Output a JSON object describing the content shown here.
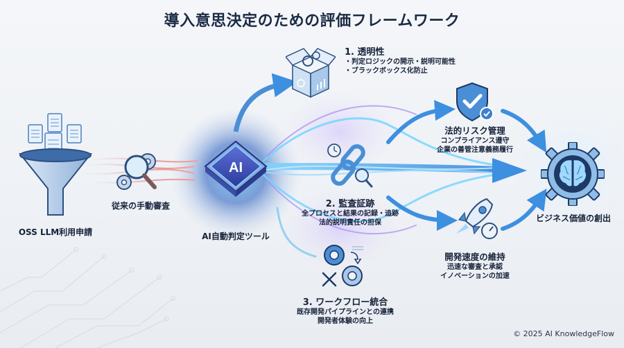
{
  "title": "導入意思決定のための評価フレームワーク",
  "nodes": {
    "input": {
      "label": "OSS LLM利用申請",
      "icon": "funnel-documents-icon"
    },
    "manual": {
      "label": "従来の手動審査",
      "icon": "magnifier-gears-icon"
    },
    "ai": {
      "label": "AI自動判定ツール",
      "chip_text": "AI",
      "icon": "ai-chip-icon"
    },
    "output": {
      "label": "ビジネス価値の創出",
      "icon": "brain-gear-icon"
    }
  },
  "criteria": [
    {
      "number": "1.",
      "title": "透明性",
      "points": [
        "・判定ロジックの開示・説明可能性",
        "・ブラックボックス化防止"
      ],
      "icon": "open-box-gears-icon"
    },
    {
      "number": "2.",
      "title": "監査証跡",
      "points": [
        "全プロセスと結果の記録・追跡",
        "法的説明責任の担保"
      ],
      "icon": "chain-link-clock-icon"
    },
    {
      "number": "3.",
      "title": "ワークフロー統合",
      "points": [
        "既存開発パイプラインとの連携",
        "開発者体験の向上"
      ],
      "icon": "gears-wrench-icon"
    }
  ],
  "outcomes": [
    {
      "title": "法的リスク管理",
      "points": [
        "コンプライアンス遵守",
        "企業の善管注意義務履行"
      ],
      "icon": "shield-check-icon"
    },
    {
      "title": "開発速度の維持",
      "points": [
        "迅速な審査と承認",
        "イノベーションの加速"
      ],
      "icon": "rocket-gauge-icon"
    }
  ],
  "colors": {
    "title": "#1b2a44",
    "flow_blue": "#3d8fe0",
    "flow_cyan": "#6fd3ff",
    "flow_purple": "#a68cf0",
    "flow_red": "#e07a7a",
    "icon_blue": "#4a8fd6",
    "icon_dark": "#1d3a66",
    "background": "#f1f3f7"
  },
  "footer": {
    "copyright": "© 2025 AI KnowledgeFlow"
  }
}
